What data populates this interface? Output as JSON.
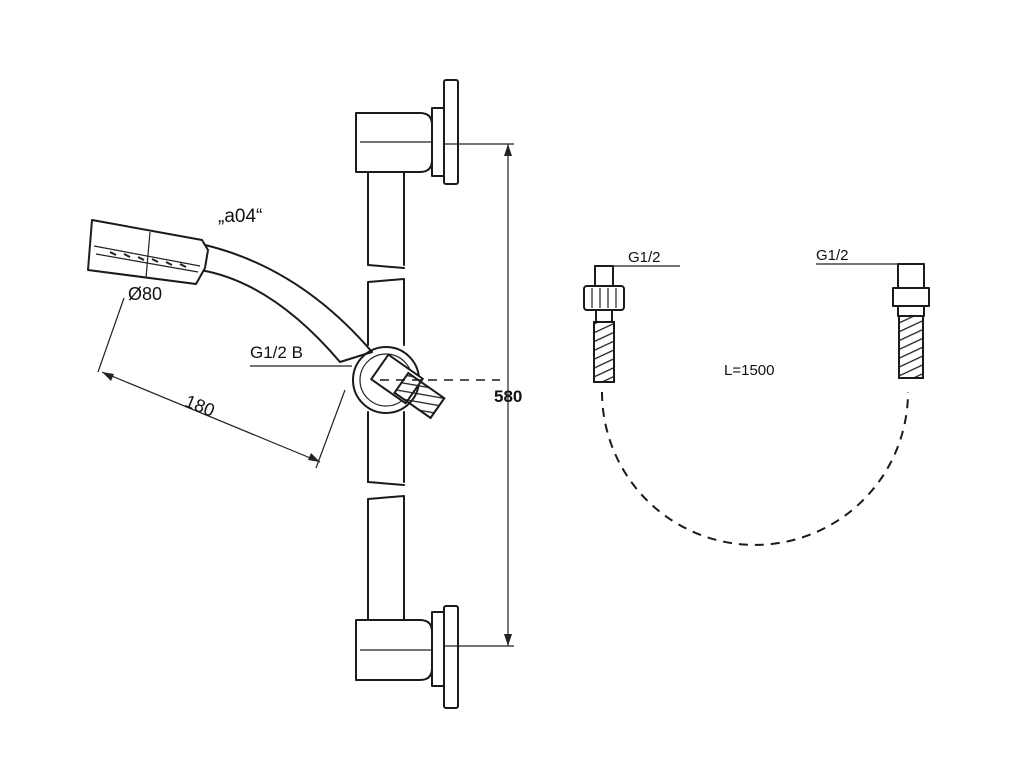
{
  "labels": {
    "model": "„a04“",
    "head_diameter": "Ø80",
    "hand_length": "180",
    "connection": "G1/2 B",
    "bar_height": "580",
    "hose_end_left": "G1/2",
    "hose_end_right": "G1/2",
    "hose_length": "L=1500"
  },
  "colors": {
    "line": "#1a1a1a",
    "background": "#ffffff"
  }
}
